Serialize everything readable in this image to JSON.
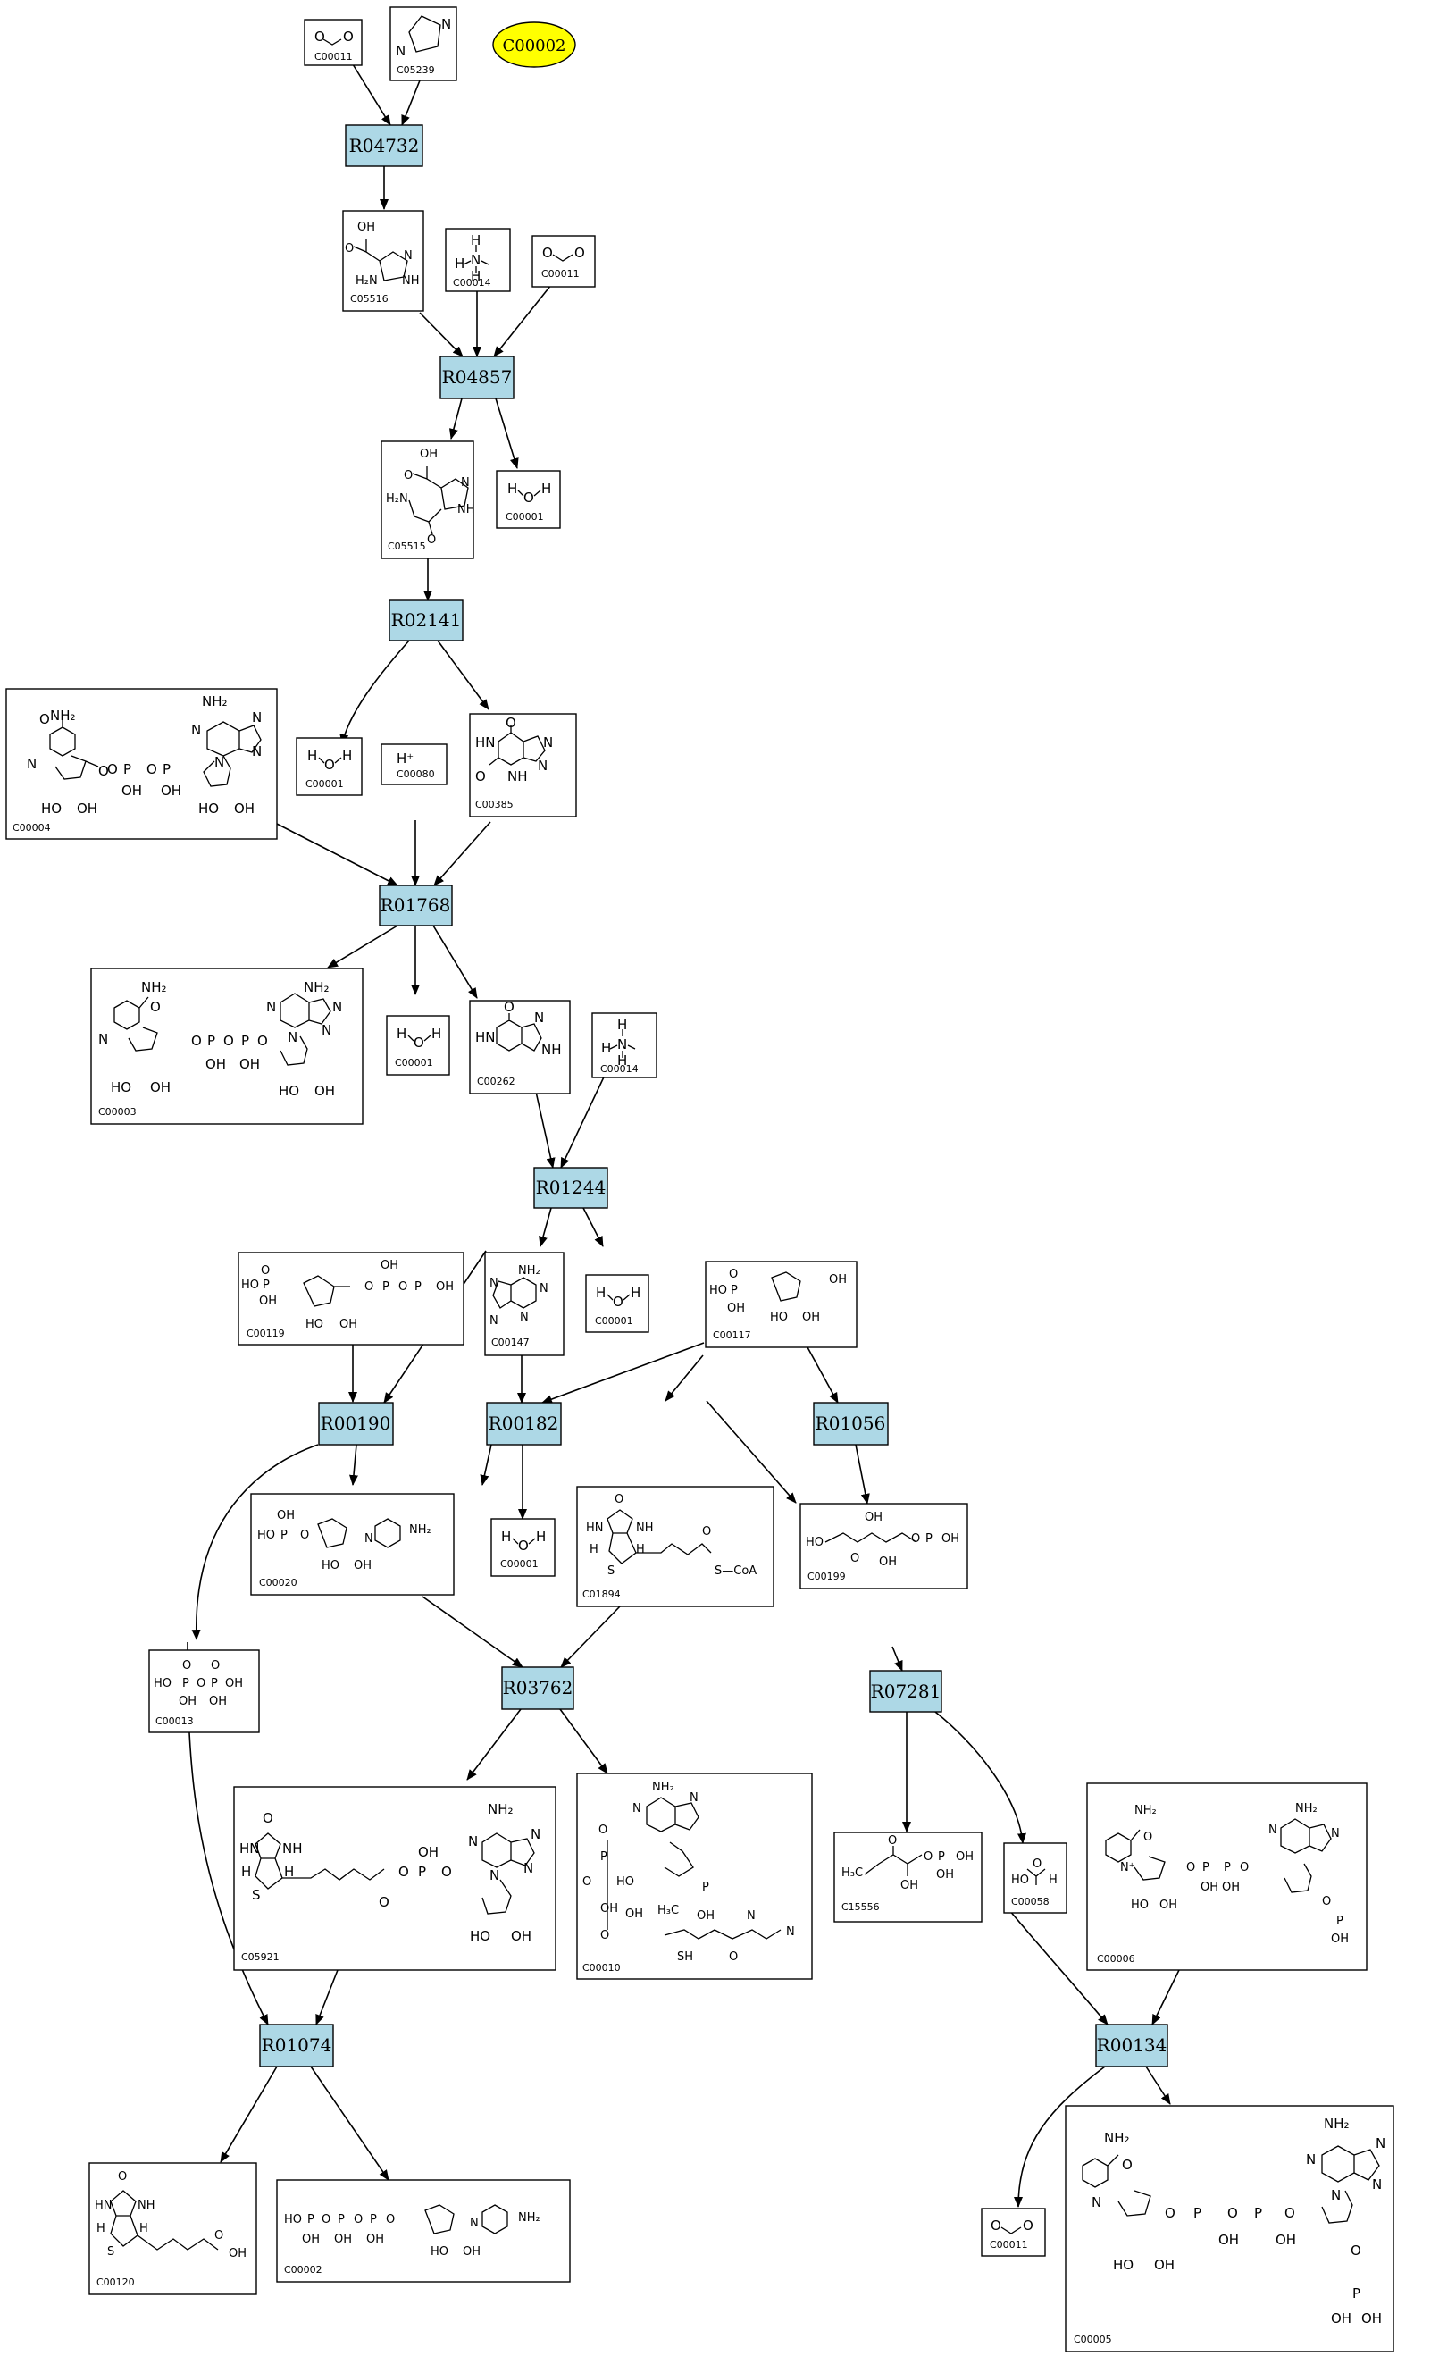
{
  "highlight": "C00002",
  "reactions": [
    {
      "id": "R04732",
      "label": "R04732"
    },
    {
      "id": "R04857",
      "label": "R04857"
    },
    {
      "id": "R02141",
      "label": "R02141"
    },
    {
      "id": "R01768",
      "label": "R01768"
    },
    {
      "id": "R01244",
      "label": "R01244"
    },
    {
      "id": "R00190",
      "label": "R00190"
    },
    {
      "id": "R00182",
      "label": "R00182"
    },
    {
      "id": "R01056",
      "label": "R01056"
    },
    {
      "id": "R03762",
      "label": "R03762"
    },
    {
      "id": "R07281",
      "label": "R07281"
    },
    {
      "id": "R01074",
      "label": "R01074"
    },
    {
      "id": "R00134",
      "label": "R00134"
    }
  ],
  "compounds": [
    {
      "id": "c1",
      "label": "C00011",
      "atoms": [
        "O",
        "O"
      ]
    },
    {
      "id": "c2",
      "label": "C05239",
      "atoms": [
        "N",
        "N"
      ]
    },
    {
      "id": "c3",
      "label": "C05516",
      "atoms": [
        "OH",
        "O",
        "N",
        "NH",
        "H₂N"
      ]
    },
    {
      "id": "c4",
      "label": "C00014",
      "atoms": [
        "H",
        "N",
        "H",
        "H"
      ]
    },
    {
      "id": "c5",
      "label": "C00011",
      "atoms": [
        "O",
        "O"
      ]
    },
    {
      "id": "c6",
      "label": "C05515",
      "atoms": [
        "OH",
        "O",
        "N",
        "NH",
        "H₂N",
        "O"
      ]
    },
    {
      "id": "c7",
      "label": "C00001",
      "atoms": [
        "H",
        "O",
        "H"
      ]
    },
    {
      "id": "c8",
      "label": "C00004",
      "atoms": [
        "NH₂",
        "O",
        "N",
        "O",
        "O",
        "O",
        "P",
        "P",
        "OH",
        "OH",
        "NH₂",
        "N",
        "N",
        "N",
        "N",
        "HO",
        "OH",
        "HO",
        "OH"
      ]
    },
    {
      "id": "c9",
      "label": "C00001",
      "atoms": [
        "H",
        "O",
        "H"
      ]
    },
    {
      "id": "c10",
      "label": "C00080",
      "atoms": [
        "H⁺"
      ]
    },
    {
      "id": "c11",
      "label": "C00385",
      "atoms": [
        "O",
        "HN",
        "NH",
        "N",
        "O",
        "N"
      ]
    },
    {
      "id": "c12",
      "label": "C00003",
      "atoms": [
        "NH₂",
        "O",
        "N",
        "O",
        "O",
        "O",
        "P",
        "P",
        "OH",
        "OH",
        "NH₂",
        "N",
        "N",
        "N",
        "N",
        "HO",
        "OH",
        "HO",
        "OH"
      ]
    },
    {
      "id": "c13",
      "label": "C00001",
      "atoms": [
        "H",
        "O",
        "H"
      ]
    },
    {
      "id": "c14",
      "label": "C00262",
      "atoms": [
        "O",
        "HN",
        "N",
        "NH"
      ]
    },
    {
      "id": "c15",
      "label": "C00014",
      "atoms": [
        "H",
        "N",
        "H",
        "H"
      ]
    },
    {
      "id": "c16",
      "label": "C00119",
      "atoms": [
        "HO",
        "P",
        "O",
        "OH",
        "O",
        "P",
        "O",
        "P",
        "OH",
        "OH",
        "HO",
        "OH"
      ]
    },
    {
      "id": "c17",
      "label": "C00147",
      "atoms": [
        "NH₂",
        "N",
        "N",
        "N",
        "N"
      ]
    },
    {
      "id": "c18",
      "label": "C00001",
      "atoms": [
        "H",
        "O",
        "H"
      ]
    },
    {
      "id": "c19",
      "label": "C00117",
      "atoms": [
        "HO",
        "P",
        "O",
        "OH",
        "OH",
        "HO",
        "OH"
      ]
    },
    {
      "id": "c20",
      "label": "C00020",
      "atoms": [
        "HO",
        "P",
        "O",
        "OH",
        "N",
        "NH₂",
        "HO",
        "OH"
      ]
    },
    {
      "id": "c21",
      "label": "C00001",
      "atoms": [
        "H",
        "O",
        "H"
      ]
    },
    {
      "id": "c22",
      "label": "C01894",
      "atoms": [
        "O",
        "HN",
        "NH",
        "H",
        "H",
        "S",
        "O",
        "S—CoA"
      ]
    },
    {
      "id": "c23",
      "label": "C00199",
      "atoms": [
        "HO",
        "O",
        "OH",
        "OH",
        "O",
        "P",
        "OH"
      ]
    },
    {
      "id": "c24",
      "label": "C00013",
      "atoms": [
        "O",
        "O",
        "HO",
        "P",
        "O",
        "P",
        "OH",
        "OH",
        "OH"
      ]
    },
    {
      "id": "c25",
      "label": "C05921",
      "atoms": [
        "O",
        "HN",
        "NH",
        "H",
        "H",
        "S",
        "O",
        "O",
        "P",
        "OH",
        "O",
        "NH₂",
        "N",
        "N",
        "N",
        "N",
        "HO",
        "OH"
      ]
    },
    {
      "id": "c26",
      "label": "C00010",
      "atoms": [
        "NH₂",
        "N",
        "N",
        "O",
        "P",
        "O",
        "HO",
        "OH",
        "O",
        "P",
        "OH",
        "H₃C",
        "OH",
        "N",
        "N",
        "SH",
        "O",
        "O"
      ]
    },
    {
      "id": "c27",
      "label": "C15556",
      "atoms": [
        "O",
        "H₃C",
        "O",
        "P",
        "OH",
        "OH",
        "OH"
      ]
    },
    {
      "id": "c28",
      "label": "C00058",
      "atoms": [
        "O",
        "HO",
        "H"
      ]
    },
    {
      "id": "c29",
      "label": "C00006",
      "atoms": [
        "NH₂",
        "O",
        "N⁺",
        "O",
        "O",
        "P",
        "P",
        "NH₂",
        "N",
        "N",
        "OH",
        "OH",
        "HO",
        "OH",
        "O",
        "P",
        "OH"
      ]
    },
    {
      "id": "c30",
      "label": "C00120",
      "atoms": [
        "O",
        "HN",
        "NH",
        "H",
        "H",
        "S",
        "O",
        "OH"
      ]
    },
    {
      "id": "c31",
      "label": "C00002",
      "atoms": [
        "HO",
        "P",
        "O",
        "P",
        "O",
        "P",
        "O",
        "N",
        "NH₂",
        "OH",
        "OH",
        "OH",
        "HO",
        "OH"
      ]
    },
    {
      "id": "c32",
      "label": "C00011",
      "atoms": [
        "O",
        "O"
      ]
    },
    {
      "id": "c33",
      "label": "C00005",
      "atoms": [
        "NH₂",
        "O",
        "N",
        "O",
        "O",
        "O",
        "P",
        "P",
        "OH",
        "OH",
        "NH₂",
        "N",
        "N",
        "N",
        "N",
        "HO",
        "OH",
        "O",
        "P",
        "OH",
        "OH"
      ]
    }
  ]
}
